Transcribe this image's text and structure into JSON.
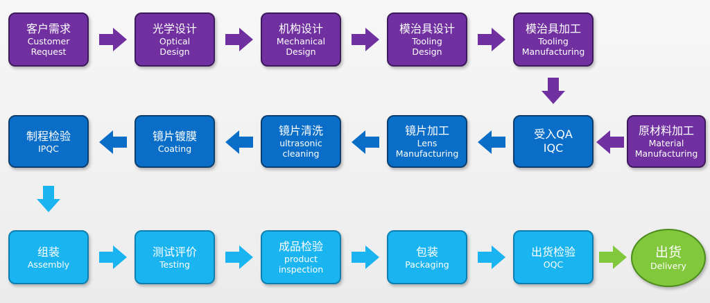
{
  "steps": [
    {
      "zh": "客户需求",
      "en": "Customer Request"
    },
    {
      "zh": "光学设计",
      "en": "Optical Design"
    },
    {
      "zh": "机构设计",
      "en": "Mechanical Design"
    },
    {
      "zh": "模治具设计",
      "en": "Tooling Design"
    },
    {
      "zh": "模治具加工",
      "en": "Tooling Manufacturing"
    },
    {
      "zh": "原材料加工",
      "en": "Material Manufacturing"
    },
    {
      "zh": "受入QA",
      "en": "IQC"
    },
    {
      "zh": "镜片加工",
      "en": "Lens Manufacturing"
    },
    {
      "zh": "镜片清洗",
      "en": "ultrasonic cleaning"
    },
    {
      "zh": "镜片镀膜",
      "en": "Coating"
    },
    {
      "zh": "制程检验",
      "en": "IPQC"
    },
    {
      "zh": "组装",
      "en": "Assembly"
    },
    {
      "zh": "测试评价",
      "en": "Testing"
    },
    {
      "zh": "成品检验",
      "en": "product inspection"
    },
    {
      "zh": "包装",
      "en": "Packaging"
    },
    {
      "zh": "出货检验",
      "en": "OQC"
    },
    {
      "zh": "出货",
      "en": "Delivery"
    }
  ],
  "colors": {
    "design_phase": "#7030a0",
    "manufacturing_phase": "#0a6ec8",
    "assembly_phase": "#1ab4f0",
    "delivery": "#82c83c"
  }
}
